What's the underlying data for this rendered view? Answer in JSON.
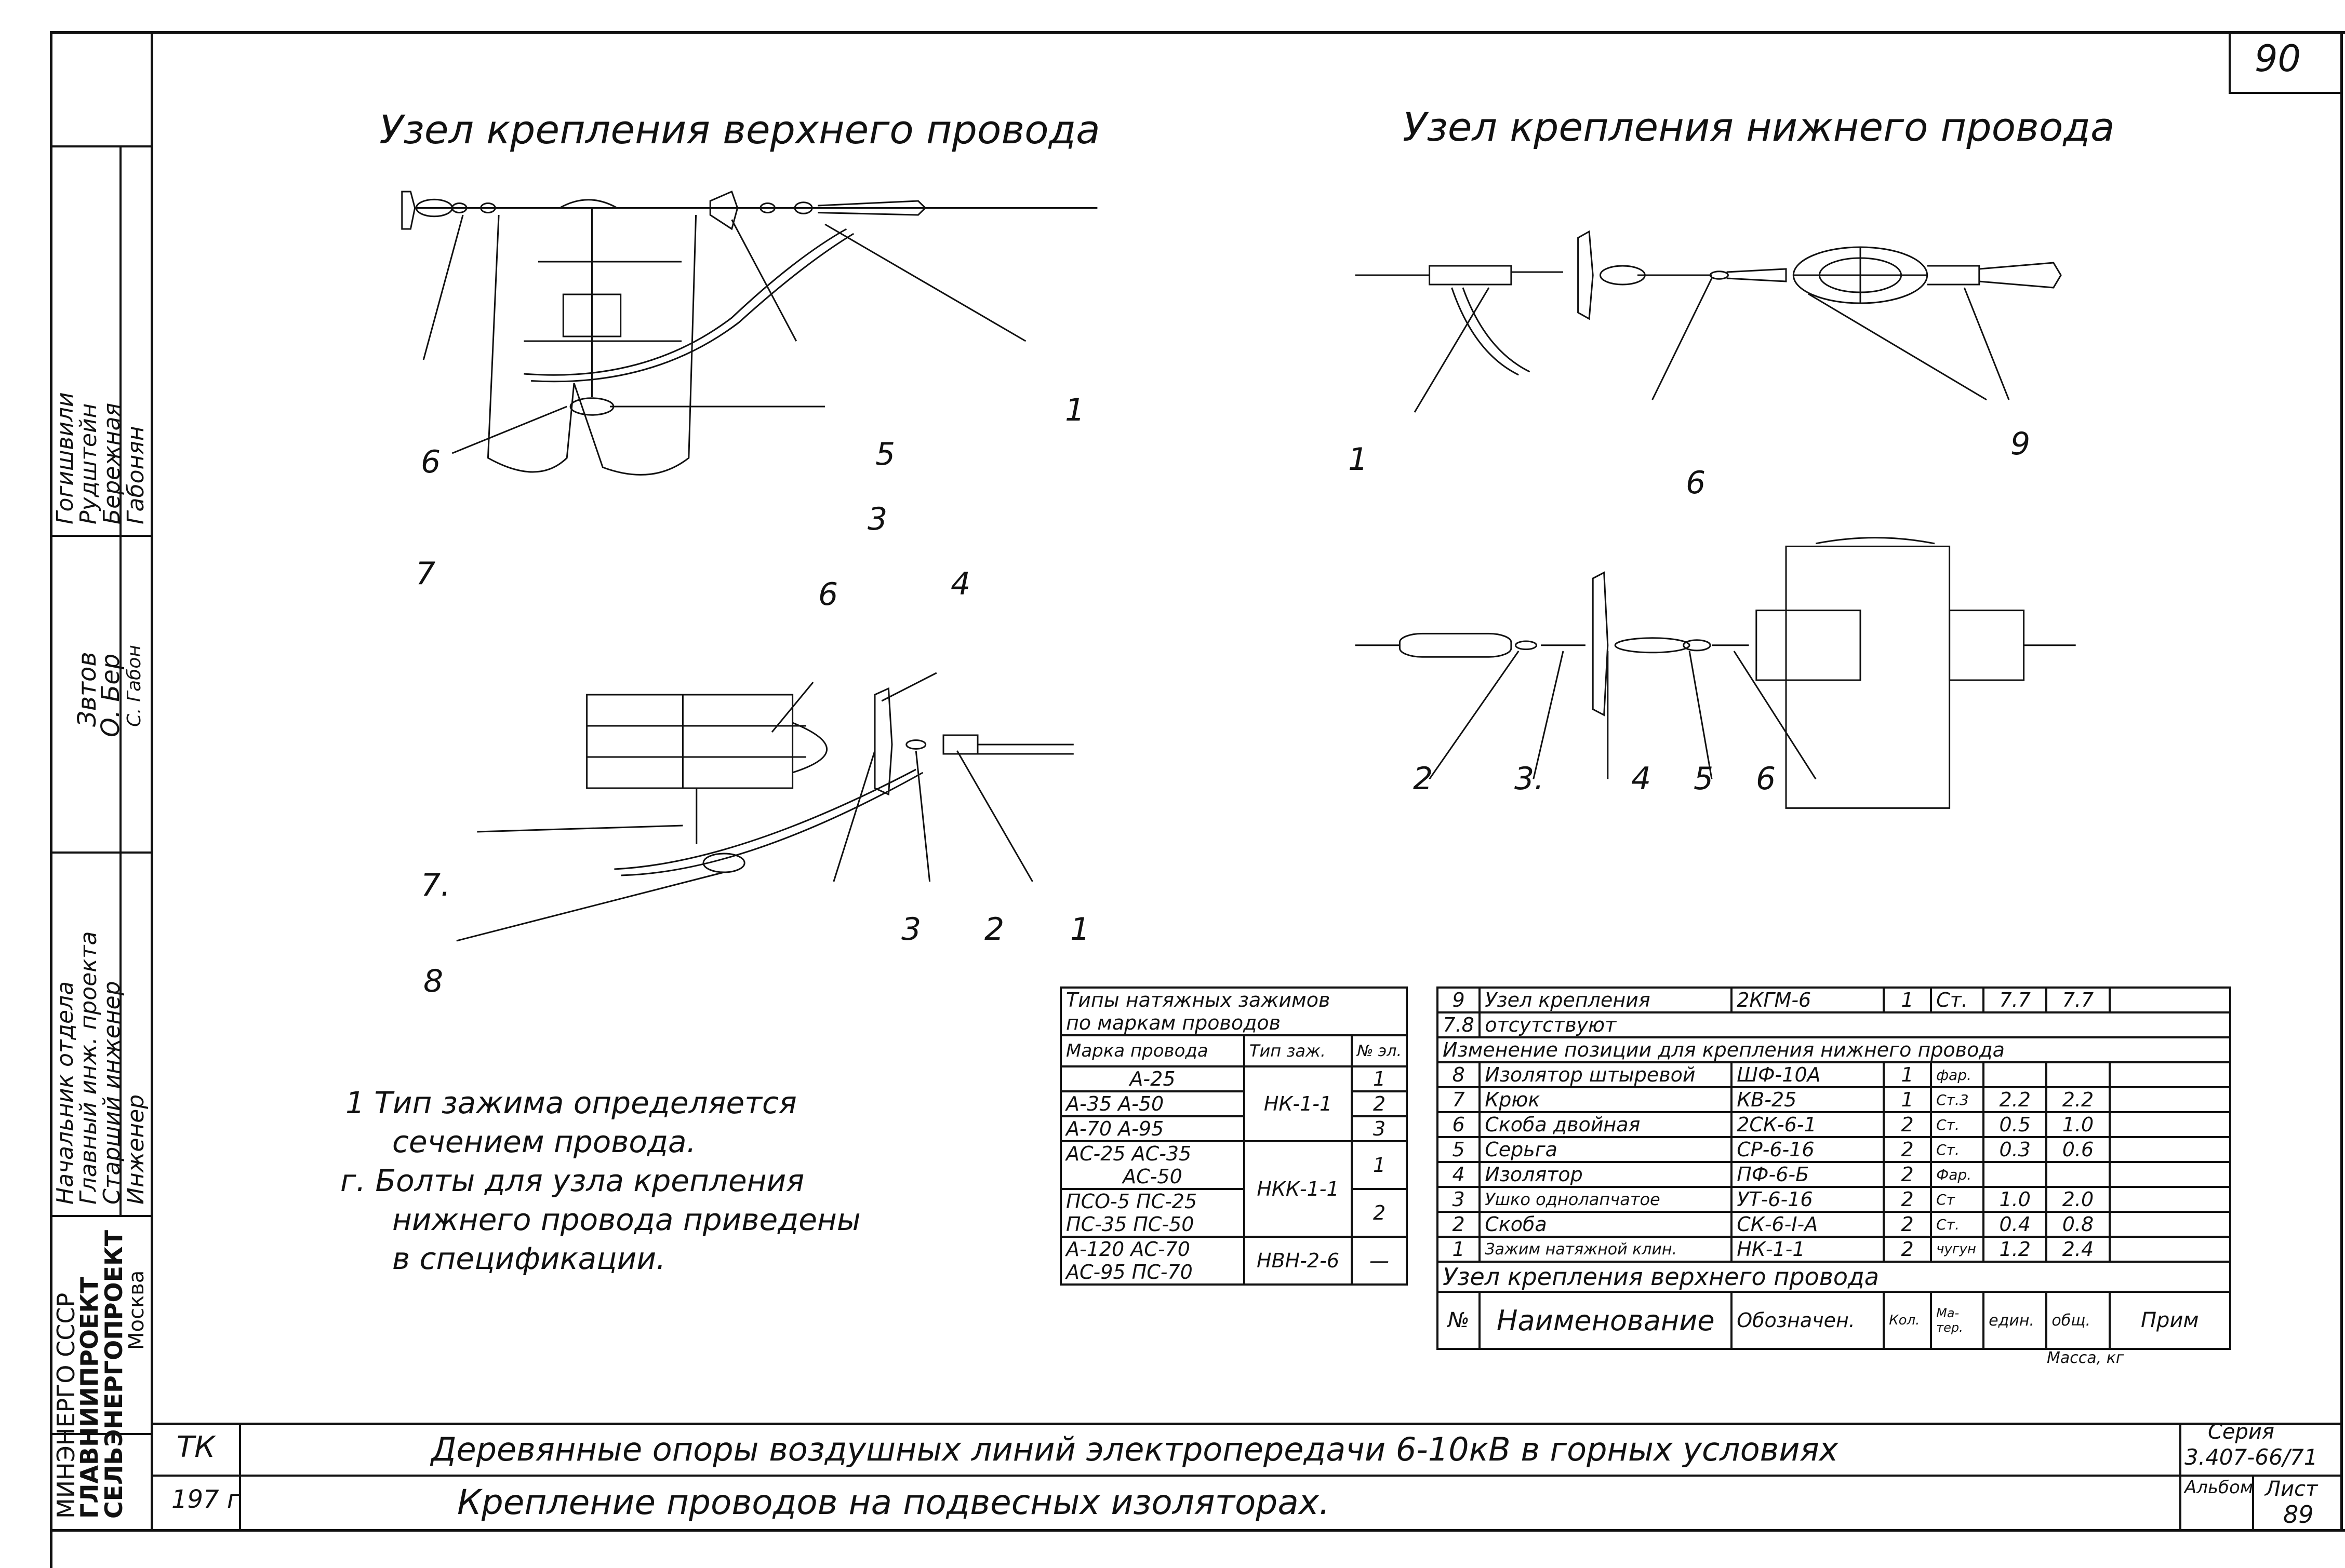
{
  "page_number": "90",
  "titles": {
    "upper": "Узел крепления верхнего провода",
    "lower": "Узел крепления нижнего провода"
  },
  "callouts_upper": [
    "6",
    "5",
    "1",
    "3",
    "7",
    "6",
    "4",
    "7.",
    "3",
    "2",
    "1",
    "8"
  ],
  "callouts_lower": [
    "1",
    "6",
    "9",
    "2",
    "3.",
    "4",
    "5",
    "6"
  ],
  "notes": [
    "1 Тип зажима определяется",
    "сечением провода.",
    "г. Болты для узла крепления",
    "нижнего провода приведены",
    "в спецификации."
  ],
  "clamp_table": {
    "title1": "Типы натяжных зажимов",
    "title2": "по маркам проводов",
    "h_mark": "Марка провода",
    "h_type": "Тип заж.",
    "h_no": "№ эл.",
    "rows": [
      {
        "mark": "А-25",
        "type": "",
        "no": "1"
      },
      {
        "mark": "А-35  А-50",
        "type": "НК-1-1",
        "no": "2"
      },
      {
        "mark": "А-70  А-95",
        "type": "",
        "no": "3"
      },
      {
        "mark": "АС-25  АС-35",
        "type": "",
        "no": ""
      },
      {
        "mark": "АС-50",
        "type": "",
        "no": "1"
      },
      {
        "mark": "ПСО-5  ПС-25",
        "type": "НКК-1-1",
        "no": ""
      },
      {
        "mark": "ПС-35  ПС-50",
        "type": "",
        "no": "2"
      },
      {
        "mark": "А-120  АС-70",
        "type": "",
        "no": ""
      },
      {
        "mark": "АС-95  ПС-70",
        "type": "НВН-2-6",
        "no": "—"
      }
    ]
  },
  "spec_table": {
    "rows_top": [
      {
        "n": "9",
        "name": "Узел крепления",
        "code": "2КГМ-6",
        "qty": "1",
        "mat": "Ст.",
        "unit": "7.7",
        "total": "7.7"
      },
      {
        "n": "7.8",
        "name": "отсутствуют",
        "code": "",
        "qty": "",
        "mat": "",
        "unit": "",
        "total": ""
      }
    ],
    "section_change": "Изменение позиции для крепления нижнего провода",
    "rows": [
      {
        "n": "8",
        "name": "Изолятор штыревой",
        "code": "ШФ-10А",
        "qty": "1",
        "mat": "фар.",
        "unit": "",
        "total": ""
      },
      {
        "n": "7",
        "name": "Крюк",
        "code": "КВ-25",
        "qty": "1",
        "mat": "Ст.3",
        "unit": "2.2",
        "total": "2.2"
      },
      {
        "n": "6",
        "name": "Скоба двойная",
        "code": "2СК-6-1",
        "qty": "2",
        "mat": "Ст.",
        "unit": "0.5",
        "total": "1.0"
      },
      {
        "n": "5",
        "name": "Серьга",
        "code": "СР-6-16",
        "qty": "2",
        "mat": "Ст.",
        "unit": "0.3",
        "total": "0.6"
      },
      {
        "n": "4",
        "name": "Изолятор",
        "code": "ПФ-6-Б",
        "qty": "2",
        "mat": "Фар.",
        "unit": "",
        "total": ""
      },
      {
        "n": "3",
        "name": "Ушко однолапчатое",
        "code": "УТ-6-16",
        "qty": "2",
        "mat": "Ст",
        "unit": "1.0",
        "total": "2.0"
      },
      {
        "n": "2",
        "name": "Скоба",
        "code": "СК-6-I-А",
        "qty": "2",
        "mat": "Ст.",
        "unit": "0.4",
        "total": "0.8"
      },
      {
        "n": "1",
        "name": "Зажим натяжной клин.",
        "code": "НК-1-1",
        "qty": "2",
        "mat": "чугун",
        "unit": "1.2",
        "total": "2.4"
      }
    ],
    "section_upper": "Узел крепления верхнего провода",
    "header": {
      "n": "№",
      "name": "Наименование",
      "code": "Обозначен.",
      "qty": "Кол.",
      "mat": "Ма-тер.",
      "unit": "един.",
      "total": "общ.",
      "mass": "Масса, кг",
      "note": "Прим"
    }
  },
  "title_block": {
    "left_top": "ТК",
    "left_bottom": "197 г",
    "line1": "Деревянные опоры воздушных линий электропередачи 6-10кВ в горных условиях",
    "line2": "Крепление проводов на подвесных изоляторах.",
    "series_label": "Серия",
    "series_value": "3.407-66/71",
    "album_label": "Альбом",
    "sheet_label": "Лист",
    "sheet_value": "89"
  },
  "stamp": {
    "org1": "МИНЭНЕРГО СССР",
    "org2": "ГЛАВНИИПРОЕКТ",
    "org3": "СЕЛЬЭНЕРГОПРОЕКТ",
    "org4": "Москва",
    "roles": [
      "Начальник отдела",
      "Главный инж. проекта",
      "Старший инженер",
      "Инженер"
    ],
    "names": [
      "Гогишвили",
      "Рудштейн",
      "Бережная",
      "Габонян"
    ],
    "signatures": [
      "Звтов",
      "О. Бер",
      "С. Габон"
    ]
  }
}
